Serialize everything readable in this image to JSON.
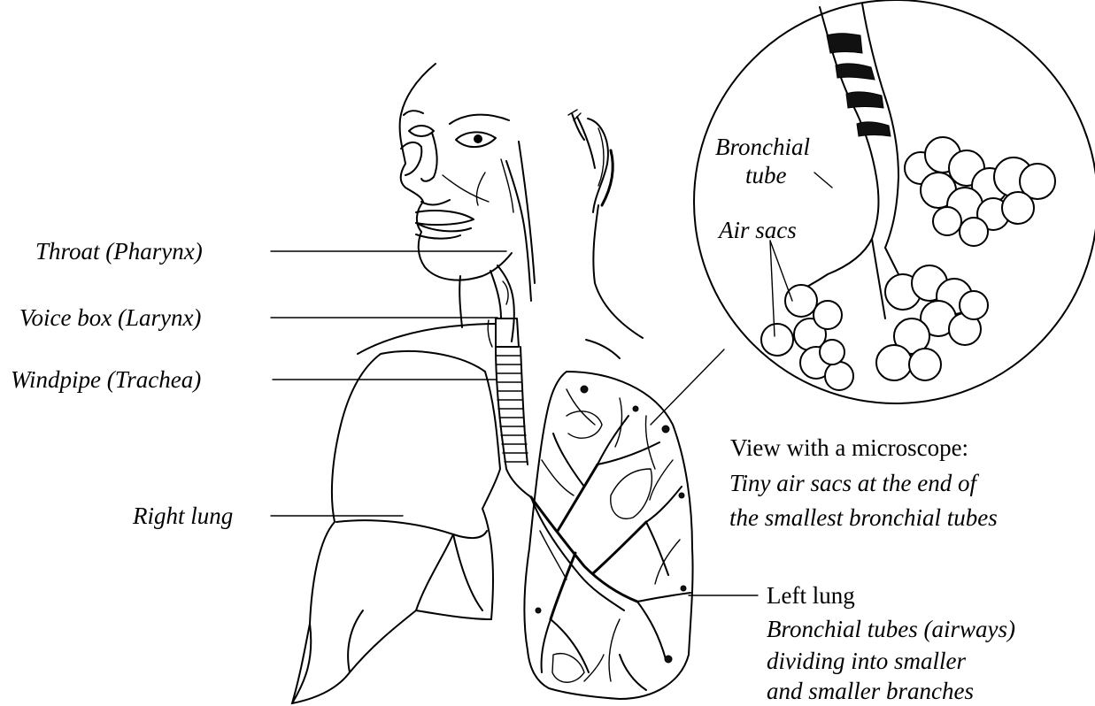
{
  "labels": {
    "throat": "Throat (Pharynx)",
    "voice_box": "Voice box (Larynx)",
    "windpipe": "Windpipe (Trachea)",
    "right_lung": "Right lung",
    "bronchial_tube_line1": "Bronchial",
    "bronchial_tube_line2": "tube",
    "air_sacs": "Air sacs",
    "microscope_title": "View with a microscope:",
    "microscope_line1": "Tiny air sacs at the end of",
    "microscope_line2": "the smallest bronchial tubes",
    "left_lung": "Left lung",
    "left_lung_line1": "Bronchial tubes (airways)",
    "left_lung_line2": "dividing into smaller",
    "left_lung_line3": "and smaller branches"
  }
}
